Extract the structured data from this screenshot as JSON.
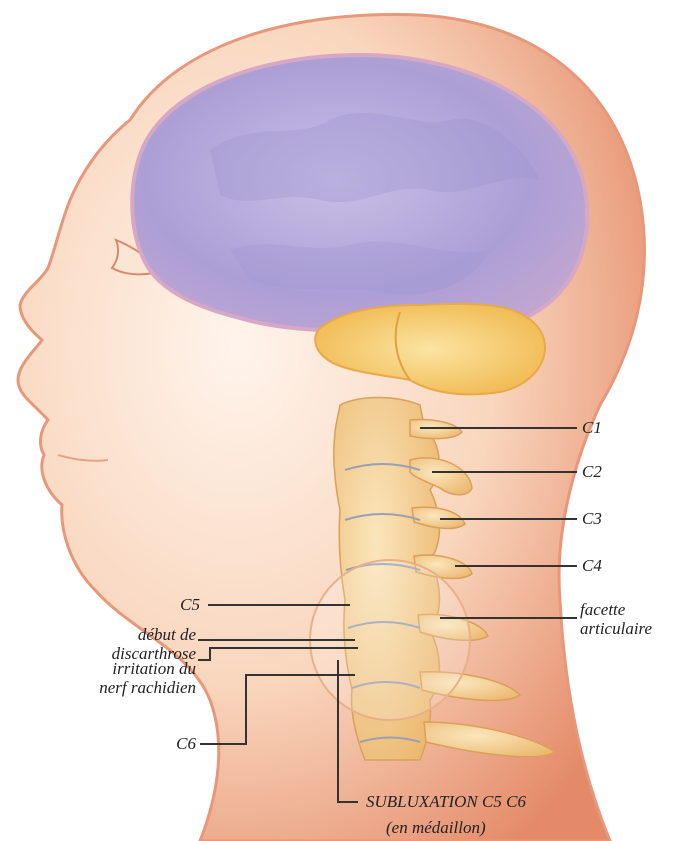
{
  "labels": {
    "c1": "C1",
    "c2": "C2",
    "c3": "C3",
    "c4": "C4",
    "c5": "C5",
    "c6": "C6",
    "facette_line1": "facette",
    "facette_line2": "articulaire",
    "debut_line1": "début de",
    "debut_line2": "discarthrose",
    "irritation_line1": "irritation du",
    "irritation_line2": "nerf rachidien",
    "subluxation": "SUBLUXATION C5 C6",
    "medaillon": "(en médaillon)"
  },
  "colors": {
    "skin": "#f6c9a8",
    "skin_edge": "#e28a67",
    "brain": "#b3a6d8",
    "cerebellum": "#f6c86a",
    "vertebra": "#f3c983",
    "leader_line": "#333333"
  }
}
